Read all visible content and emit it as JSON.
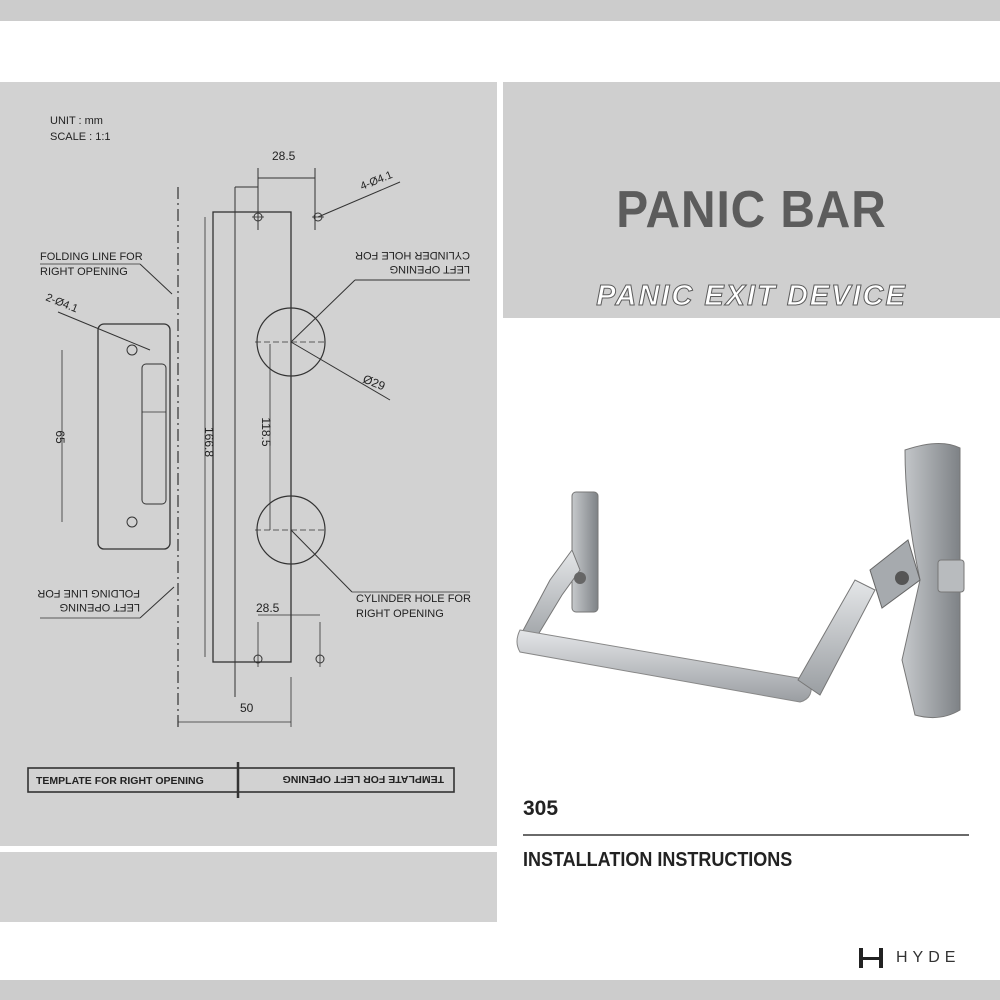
{
  "drawing": {
    "unit": "UNIT : mm",
    "scale": "SCALE : 1:1",
    "dim_top": "28.5",
    "hole_note_top": "4-Ø4.1",
    "cyl_left_line1": "LEFT OPENING",
    "cyl_left_line2": "CYLINDER HOLE FOR",
    "fold_right_line1": "FOLDING LINE FOR",
    "fold_right_line2": "RIGHT OPENING",
    "hole_note_left": "2-Ø4.1",
    "dia": "Ø29",
    "dim_65": "65",
    "dim_166": "166.8",
    "dim_118": "118.5",
    "fold_left_line1": "LEFT OPENING",
    "fold_left_line2": "FOLDING LINE FOR",
    "cyl_right_line1": "CYLINDER HOLE FOR",
    "cyl_right_line2": "RIGHT OPENING",
    "dim_bottom": "28.5",
    "dim_50": "50",
    "template_right": "TEMPLATE FOR RIGHT OPENING",
    "template_left": "TEMPLATE FOR LEFT OPENING"
  },
  "header": {
    "title": "PANIC BAR",
    "subtitle": "PANIC EXIT DEVICE"
  },
  "product": {
    "model": "305",
    "instructions": "INSTALLATION INSTRUCTIONS"
  },
  "brand": {
    "name": "HYDE"
  },
  "colors": {
    "band": "#cccccc",
    "panel": "#d2d2d2",
    "title": "#5c5c5c"
  }
}
